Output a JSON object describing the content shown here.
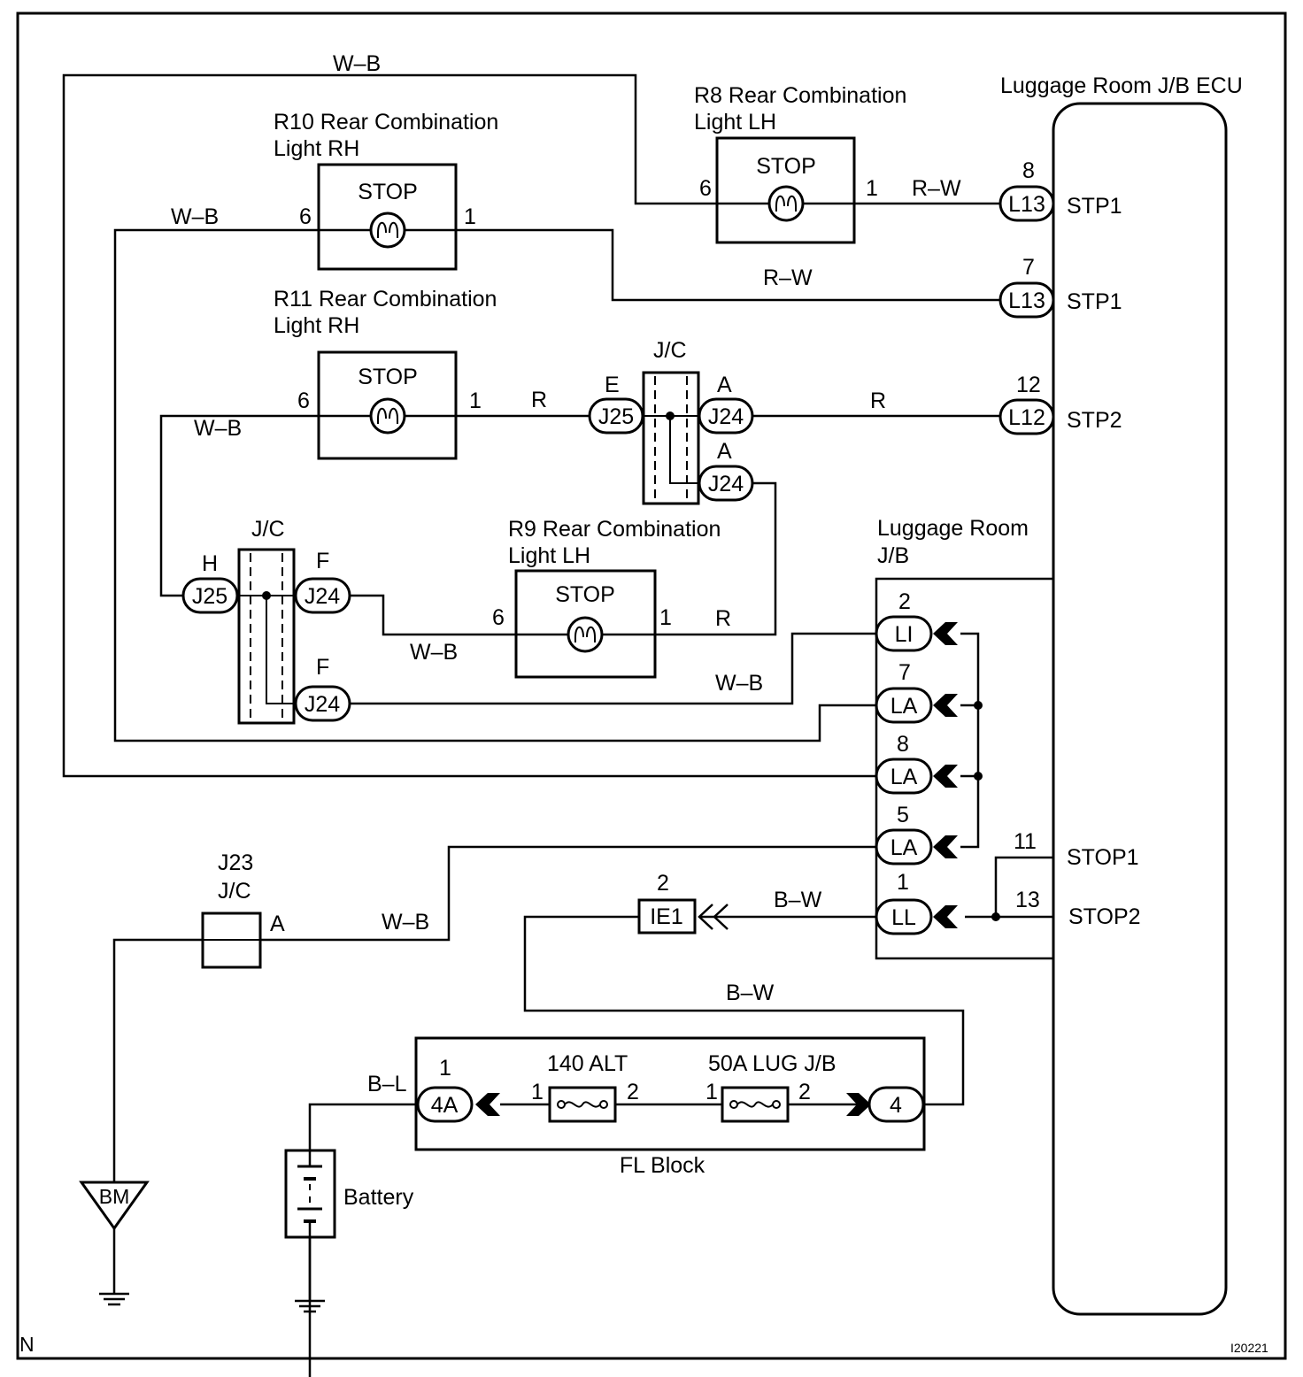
{
  "corner_mark": "N",
  "figure_id": "I20221",
  "ecu": {
    "title": "Luggage Room J/B ECU",
    "pins": [
      {
        "num": "8",
        "conn": "L13",
        "label": "STP1"
      },
      {
        "num": "7",
        "conn": "L13",
        "label": "STP1"
      },
      {
        "num": "12",
        "conn": "L12",
        "label": "STP2"
      },
      {
        "num": "11",
        "label": "STOP1"
      },
      {
        "num": "13",
        "label": "STOP2"
      }
    ]
  },
  "lights": {
    "r8": {
      "title1": "R8 Rear Combination",
      "title2": "Light LH",
      "inner": "STOP",
      "pin_in": "6",
      "pin_out": "1"
    },
    "r10": {
      "title1": "R10 Rear Combination",
      "title2": "Light RH",
      "inner": "STOP",
      "pin_in": "6",
      "pin_out": "1"
    },
    "r11": {
      "title1": "R11 Rear Combination",
      "title2": "Light RH",
      "inner": "STOP",
      "pin_in": "6",
      "pin_out": "1"
    },
    "r9": {
      "title1": "R9 Rear Combination",
      "title2": "Light LH",
      "inner": "STOP",
      "pin_in": "6",
      "pin_out": "1"
    }
  },
  "wires": {
    "wb": "W–B",
    "rw": "R–W",
    "r": "R",
    "bw": "B–W",
    "bl": "B–L"
  },
  "jc_upper": {
    "label": "J/C",
    "left_pin": "E",
    "left_conn": "J25",
    "right_pin_a": "A",
    "right_conn_a": "J24",
    "right_pin_b": "A",
    "right_conn_b": "J24"
  },
  "jc_lower": {
    "label": "J/C",
    "left_pin": "H",
    "left_conn": "J25",
    "right_pin_a": "F",
    "right_conn_a": "J24",
    "right_pin_b": "F",
    "right_conn_b": "J24"
  },
  "lug_jb": {
    "title1": "Luggage Room",
    "title2": "J/B",
    "pins": [
      {
        "num": "2",
        "conn": "LI"
      },
      {
        "num": "7",
        "conn": "LA"
      },
      {
        "num": "8",
        "conn": "LA"
      },
      {
        "num": "5",
        "conn": "LA"
      },
      {
        "num": "1",
        "conn": "LL"
      }
    ]
  },
  "ie1": {
    "num": "2",
    "conn": "IE1"
  },
  "j23": {
    "title1": "J23",
    "title2": "J/C",
    "pin": "A"
  },
  "ground_bm": "BM",
  "fl_block": {
    "title": "FL Block",
    "left_pin": "1",
    "left_conn": "4A",
    "fuse1": {
      "label": "140 ALT",
      "pin1": "1",
      "pin2": "2"
    },
    "fuse2": {
      "label": "50A LUG J/B",
      "pin1": "1",
      "pin2": "2"
    },
    "right_conn": "4"
  },
  "battery": "Battery"
}
